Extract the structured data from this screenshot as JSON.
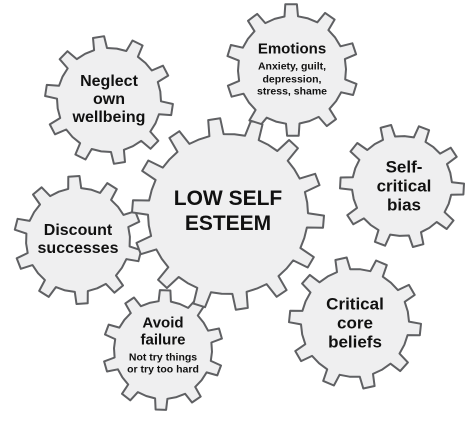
{
  "gears": [
    {
      "id": "neglect",
      "lines": [
        "Neglect",
        "own",
        "wellbeing"
      ]
    },
    {
      "id": "emotions",
      "lines": [
        "Emotions"
      ],
      "sub": [
        "Anxiety, guilt,",
        "depression,",
        "stress, shame"
      ]
    },
    {
      "id": "selfcrit",
      "lines": [
        "Self-",
        "critical",
        "bias"
      ]
    },
    {
      "id": "discount",
      "lines": [
        "Discount",
        "successes"
      ]
    },
    {
      "id": "critical",
      "lines": [
        "Critical",
        "core",
        "beliefs"
      ]
    },
    {
      "id": "avoid",
      "lines": [
        "Avoid",
        "failure"
      ],
      "sub": [
        "Not try things",
        "or try too hard"
      ]
    },
    {
      "id": "center",
      "lines": [
        "LOW SELF",
        "ESTEEM"
      ]
    }
  ]
}
